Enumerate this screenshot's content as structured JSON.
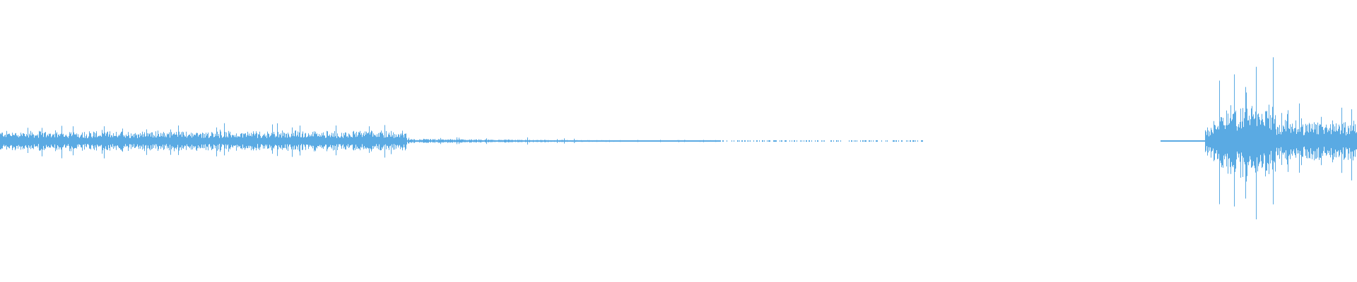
{
  "waveform": {
    "color": "#5aaae3",
    "background": "#ffffff",
    "duration_fraction_segments": [
      {
        "from": 0.0,
        "to": 0.3,
        "amplitude": 0.07,
        "peaks": 0.15
      },
      {
        "from": 0.3,
        "to": 0.44,
        "amplitude": 0.015,
        "peaks": 0.03
      },
      {
        "from": 0.44,
        "to": 0.53,
        "amplitude": 0.005,
        "peaks": 0.01
      },
      {
        "from": 0.53,
        "to": 0.68,
        "amplitude": 0.002,
        "peaks": 0.004,
        "sparse": true
      },
      {
        "from": 0.68,
        "to": 0.855,
        "amplitude": 0.0,
        "peaks": 0.0
      },
      {
        "from": 0.855,
        "to": 0.888,
        "amplitude": 0.003,
        "peaks": 0.005
      },
      {
        "from": 0.888,
        "to": 0.94,
        "amplitude": 0.25,
        "peaks": 0.65
      },
      {
        "from": 0.94,
        "to": 1.0,
        "amplitude": 0.14,
        "peaks": 0.32
      }
    ]
  }
}
